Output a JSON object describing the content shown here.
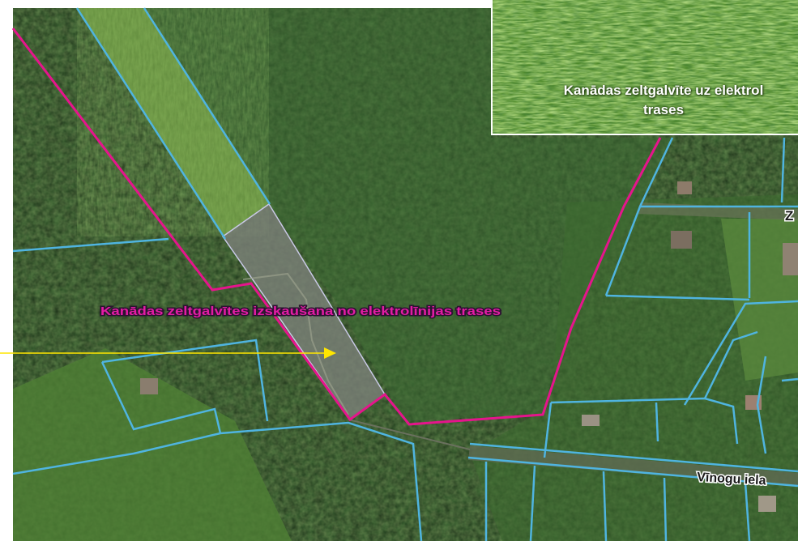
{
  "map": {
    "annotation_label": "Kanādas zeltgalvītes izskaušana no elektrolīnijas trases",
    "street_label_vinogu": "Vīnogu iela",
    "street_label_partial": "Z",
    "colors": {
      "parcel_boundary": "#4fb4e0",
      "area_boundary": "#e6148c",
      "annotation_text": "#e21ca4",
      "arrow": "#ffe600",
      "treatment_area_fill": "#7a7f78",
      "forest_dark": "#1f3d1e",
      "powerline_corridor": "#5d8a3a"
    }
  },
  "inset": {
    "caption_line1": "Kanādas zeltgalvīte uz elektrol",
    "caption_line2": "trases"
  }
}
